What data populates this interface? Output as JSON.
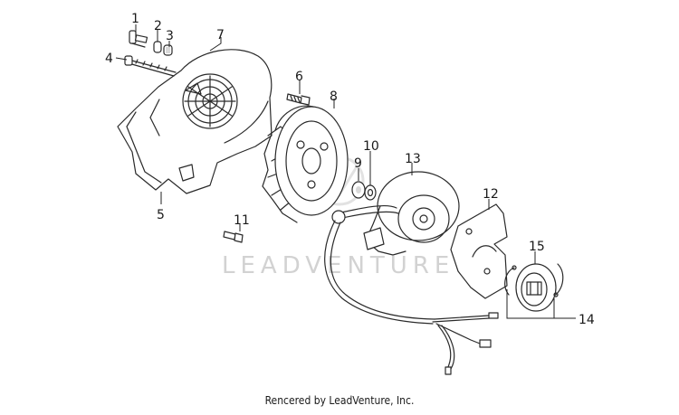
{
  "diagram": {
    "watermark": "LEADVENTURE",
    "credit": "Rencered by LeadVenture, Inc.",
    "callouts": [
      "1",
      "2",
      "3",
      "4",
      "5",
      "6",
      "7",
      "8",
      "9",
      "10",
      "11",
      "12",
      "13",
      "14",
      "15"
    ]
  }
}
